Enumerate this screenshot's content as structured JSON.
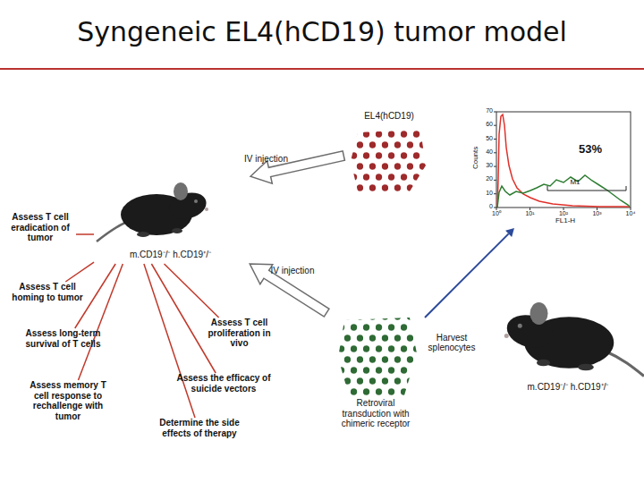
{
  "diagram": {
    "title": "Syngeneic EL4(hCD19) tumor model",
    "nodes": [
      {
        "text": [
          "m.CD19⁻/⁻ h.CD19⁺/⁻"
        ]
      },
      {
        "text": [
          "EL4(hCD19)"
        ]
      },
      {
        "text": [
          "53%"
        ]
      },
      {
        "text": [
          "Retroviral transduction with chimeric receptor"
        ]
      },
      {
        "text": [
          "m.CD19⁻/⁻ h.CD19⁺/⁻"
        ]
      },
      {
        "text": [
          "Assess T cell eradication of tumor"
        ]
      },
      {
        "text": [
          "Assess T cell homing to tumor"
        ]
      },
      {
        "text": [
          "Assess long-term survival of T cells"
        ]
      },
      {
        "text": [
          "Assess memory T cell response to rechallenge with tumor"
        ]
      },
      {
        "text": [
          "Assess T cell proliferation in vivo"
        ]
      },
      {
        "text": [
          "Assess the efficacy of suicide vectors"
        ]
      },
      {
        "text": [
          "Determine the side effects of therapy"
        ]
      }
    ],
    "edges": [
      {
        "from": 1,
        "to": 0,
        "label": "IV injection",
        "arrow": "to"
      },
      {
        "from": 3,
        "to": 0,
        "label": "IV injection",
        "arrow": "to"
      },
      {
        "from": 3,
        "to": 2,
        "arrow": "to"
      },
      {
        "from": 0,
        "to": 5,
        "arrow": "none"
      },
      {
        "from": 0,
        "to": 6,
        "arrow": "none"
      },
      {
        "from": 0,
        "to": 7,
        "arrow": "none"
      },
      {
        "from": 0,
        "to": 8,
        "arrow": "none"
      },
      {
        "from": 0,
        "to": 9,
        "arrow": "none"
      },
      {
        "from": 0,
        "to": 10,
        "arrow": "none"
      },
      {
        "from": 0,
        "to": 11,
        "arrow": "none"
      }
    ],
    "labels": [
      "Counts",
      "FL1-H",
      "M1",
      "0",
      "10",
      "20",
      "30",
      "40",
      "50",
      "60",
      "70",
      "10⁰",
      "10¹",
      "10²",
      "10³",
      "10⁴",
      "Harvest splenocytes"
    ]
  }
}
